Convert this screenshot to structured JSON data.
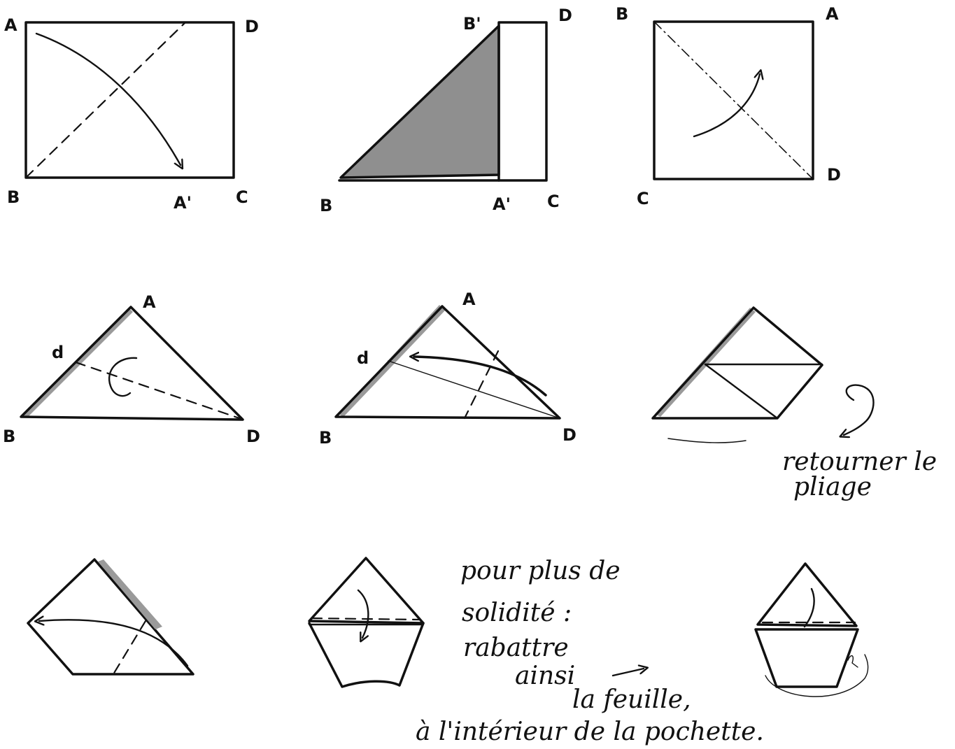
{
  "labels": {
    "a": "A",
    "b": "B",
    "c": "C",
    "d_upper": "D",
    "a_prime": "A'",
    "b_prime": "B'",
    "d_lower": "d"
  },
  "notes": {
    "turn_over_line1": "retourner le",
    "turn_over_line2": "pliage",
    "solidity_line1": "pour plus de",
    "solidity_line2": "solidité :",
    "solidity_line3": "rabattre",
    "solidity_line4": "ainsi",
    "solidity_line5": "la feuille,",
    "solidity_line6": "à l'intérieur de la pochette."
  },
  "colors": {
    "ink": "#111111",
    "shading": "#8f8f8f",
    "paper": "#ffffff"
  }
}
